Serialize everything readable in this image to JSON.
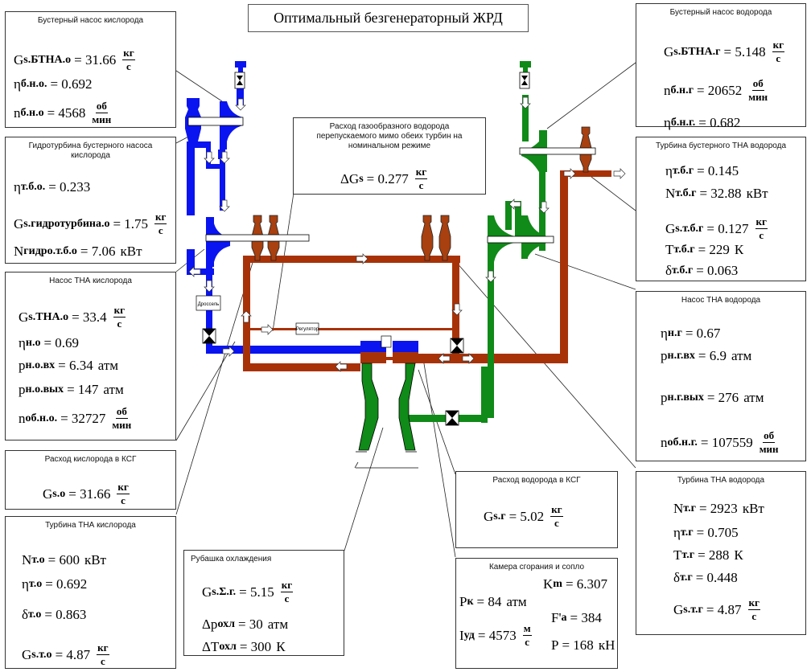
{
  "title": "Оптимальный безгенераторный ЖРД",
  "colors": {
    "oxygen": "#0a14f0",
    "hydrogen": "#108a18",
    "gas": "#a83208",
    "turbine": "#a8400f"
  },
  "diagram_labels": {
    "throttle": "Дроссель",
    "regulator": "Регулятор"
  },
  "boxes": {
    "booster_pump_o2": {
      "caption": "Бустерный насос кислорода",
      "rows": [
        {
          "sym": "G",
          "sub": "s.БТНА.о",
          "val": "= 31.66",
          "num": "кг",
          "den": "с"
        },
        {
          "sym": "η",
          "sub": "б.н.о.",
          "val": "= 0.692"
        },
        {
          "sym": "n",
          "sub": "б.н.о",
          "val": "= 4568",
          "num": "об",
          "den": "мин"
        }
      ]
    },
    "hydroturbine_o2": {
      "caption": "Гидротурбина бустерного насоса кислорода",
      "rows": [
        {
          "sym": "η",
          "sub": "т.б.о.",
          "val": "= 0.233"
        },
        {
          "sym": "G",
          "sub": "s.гидротурбина.о",
          "val": "= 1.75",
          "num": "кг",
          "den": "с"
        },
        {
          "sym": "N",
          "sub": "гидро.т.б.о",
          "val": "= 7.06",
          "unit": "кВт"
        }
      ]
    },
    "tpu_pump_o2": {
      "caption": "Насос ТНА кислорода",
      "rows": [
        {
          "sym": "G",
          "sub": "s.ТНА.о",
          "val": "= 33.4",
          "num": "кг",
          "den": "с"
        },
        {
          "sym": "η",
          "sub": "н.о",
          "val": "= 0.69"
        },
        {
          "sym": "p",
          "sub": "н.о.вх",
          "val": "= 6.34",
          "unit": "атм"
        },
        {
          "sym": "p",
          "sub": "н.о.вых",
          "val": "= 147",
          "unit": "атм"
        },
        {
          "sym": "n",
          "sub": "об.н.о.",
          "val": "= 32727",
          "num": "об",
          "den": "мин"
        }
      ]
    },
    "o2_flow_ksg": {
      "caption": "Расход кислорода в КСГ",
      "rows": [
        {
          "sym": "G",
          "sub": "s.o",
          "val": "= 31.66",
          "num": "кг",
          "den": "с"
        }
      ]
    },
    "tpu_turbine_o2": {
      "caption": "Турбина ТНА кислорода",
      "rows": [
        {
          "sym": "N",
          "sub": "т.о",
          "val": "= 600",
          "unit": "кВт"
        },
        {
          "sym": "η",
          "sub": "т.о",
          "val": "= 0.692"
        },
        {
          "sym": "δ",
          "sub": "т.о",
          "val": "= 0.863"
        },
        {
          "sym": "G",
          "sub": "s.т.о",
          "val": "= 4.87",
          "num": "кг",
          "den": "с"
        }
      ]
    },
    "bypass_h2": {
      "caption": "Расход газообразного водорода перепускаемого мимо обеих турбин на номинальном режиме",
      "rows": [
        {
          "sym": "ΔG",
          "sub": "s",
          "val": "= 0.277",
          "num": "кг",
          "den": "с"
        }
      ]
    },
    "booster_pump_h2": {
      "caption": "Бустерный насос водорода",
      "rows": [
        {
          "sym": "G",
          "sub": "s.БТНА.г",
          "val": "= 5.148",
          "num": "кг",
          "den": "с"
        },
        {
          "sym": "n",
          "sub": "б.н.г",
          "val": "= 20652",
          "num": "об",
          "den": "мин"
        },
        {
          "sym": "η",
          "sub": "б.н.г.",
          "val": "= 0.682"
        }
      ]
    },
    "booster_turbine_h2": {
      "caption": "Турбина бустерного ТНА водорода",
      "rows": [
        {
          "sym": "η",
          "sub": "т.б.г",
          "val": "= 0.145"
        },
        {
          "sym": "N",
          "sub": "т.б.г",
          "val": "= 32.88",
          "unit": "кВт"
        },
        {
          "sym": "G",
          "sub": "s.т.б.г",
          "val": "= 0.127",
          "num": "кг",
          "den": "с"
        },
        {
          "sym": "T",
          "sub": "т.б.г",
          "val": "= 229",
          "unit": "К"
        },
        {
          "sym": "δ",
          "sub": "т.б.г",
          "val": "= 0.063"
        }
      ]
    },
    "tpu_pump_h2": {
      "caption": "Насос ТНА водорода",
      "rows": [
        {
          "sym": "η",
          "sub": "н.г",
          "val": "= 0.67"
        },
        {
          "sym": "p",
          "sub": "н.г.вх",
          "val": "= 6.9",
          "unit": "атм"
        },
        {
          "sym": "p",
          "sub": "н.г.вых",
          "val": "= 276",
          "unit": "атм"
        },
        {
          "sym": "n",
          "sub": "об.н.г.",
          "val": "= 107559",
          "num": "об",
          "den": "мин"
        }
      ]
    },
    "tpu_turbine_h2": {
      "caption": "Турбина ТНА водорода",
      "rows": [
        {
          "sym": "N",
          "sub": "т.г",
          "val": "= 2923",
          "unit": "кВт"
        },
        {
          "sym": "η",
          "sub": "т.г",
          "val": "= 0.705"
        },
        {
          "sym": "T",
          "sub": "т.г",
          "val": "= 288",
          "unit": "К"
        },
        {
          "sym": "δ",
          "sub": "т.г",
          "val": "= 0.448"
        },
        {
          "sym": "G",
          "sub": "s.т.г",
          "val": "= 4.87",
          "num": "кг",
          "den": "с"
        }
      ]
    },
    "h2_flow_ksg": {
      "caption": "Расход водорода в КСГ",
      "rows": [
        {
          "sym": "G",
          "sub": "s.г",
          "val": "= 5.02",
          "num": "кг",
          "den": "с"
        }
      ]
    },
    "cooling_jacket": {
      "caption": "Рубашка охлаждения",
      "rows": [
        {
          "sym": "G",
          "sub": "s.Σ.г.",
          "val": "= 5.15",
          "num": "кг",
          "den": "с"
        },
        {
          "sym": "Δp",
          "sub": "охл",
          "val": "= 30",
          "unit": "атм"
        },
        {
          "sym": "ΔT",
          "sub": "охл",
          "val": "= 300",
          "unit": "К"
        }
      ]
    },
    "chamber_nozzle": {
      "caption": "Камера сгорания и сопло",
      "rows": [
        {
          "sym": "K",
          "sub": "m",
          "val": "= 6.307"
        },
        {
          "sym": "P",
          "sub": "к",
          "val": "= 84",
          "unit": "атм"
        },
        {
          "sym": "F'",
          "sub": "a",
          "val": "= 384"
        },
        {
          "sym": "I",
          "sub": "уд",
          "val": "= 4573",
          "num": "м",
          "den": "с"
        },
        {
          "sym": "P",
          "sub": "",
          "val": "= 168",
          "unit": "кН"
        }
      ]
    }
  }
}
